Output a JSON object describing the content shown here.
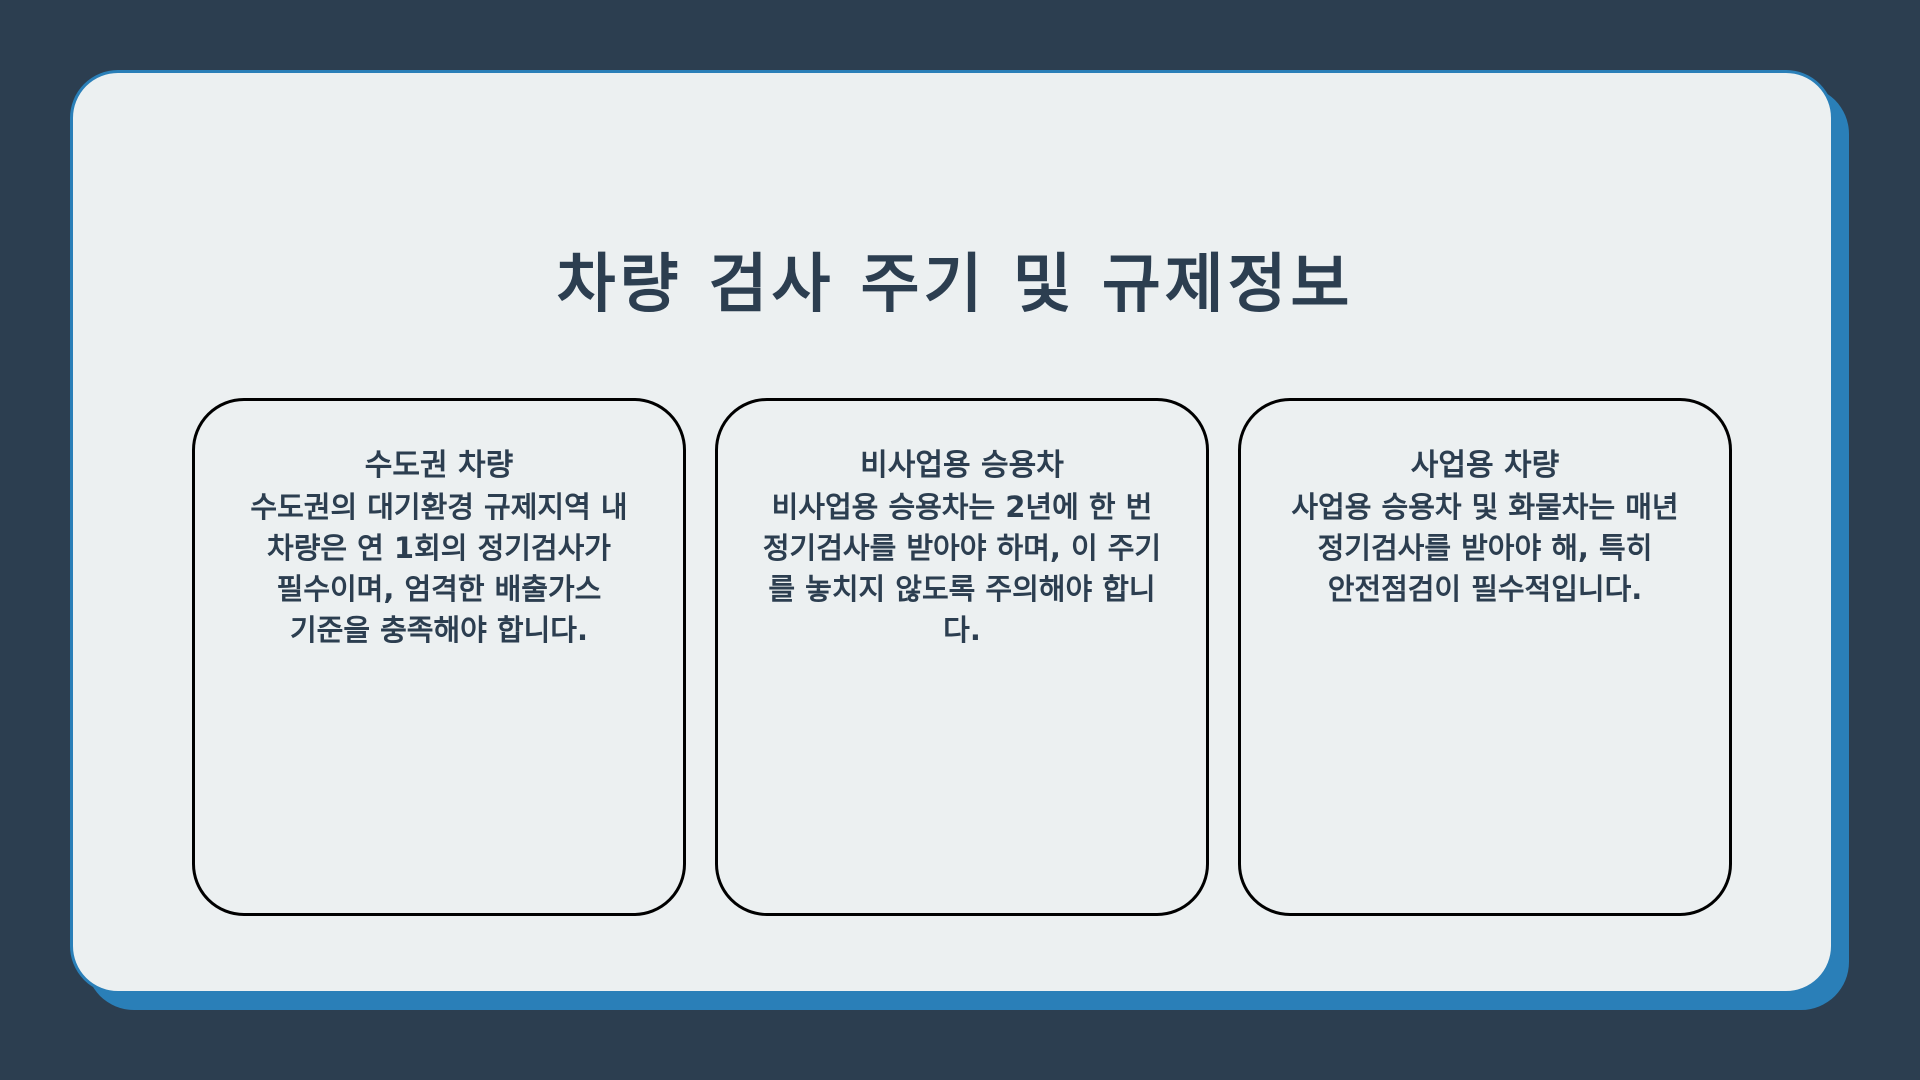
{
  "title": "차량 검사 주기 및 규제정보",
  "cards": [
    {
      "title": "수도권 차량",
      "text": "수도권의 대기환경 규제지역 내 차량은 연 1회의 정기검사가 필수이며, 엄격한 배출가스 기준을 충족해야 합니다."
    },
    {
      "title": "비사업용 승용차",
      "text": "비사업용 승용차는 2년에 한 번 정기검사를 받아야 하며, 이 주기를 놓치지 않도록 주의해야 합니다."
    },
    {
      "title": "사업용 차량",
      "text": "사업용 승용차 및 화물차는 매년 정기검사를 받아야 해, 특히 안전점검이 필수적입니다."
    }
  ],
  "colors": {
    "background": "#2c3e50",
    "panel": "#ecf0f1",
    "accent": "#2a7fb8",
    "text": "#2c3e50"
  }
}
